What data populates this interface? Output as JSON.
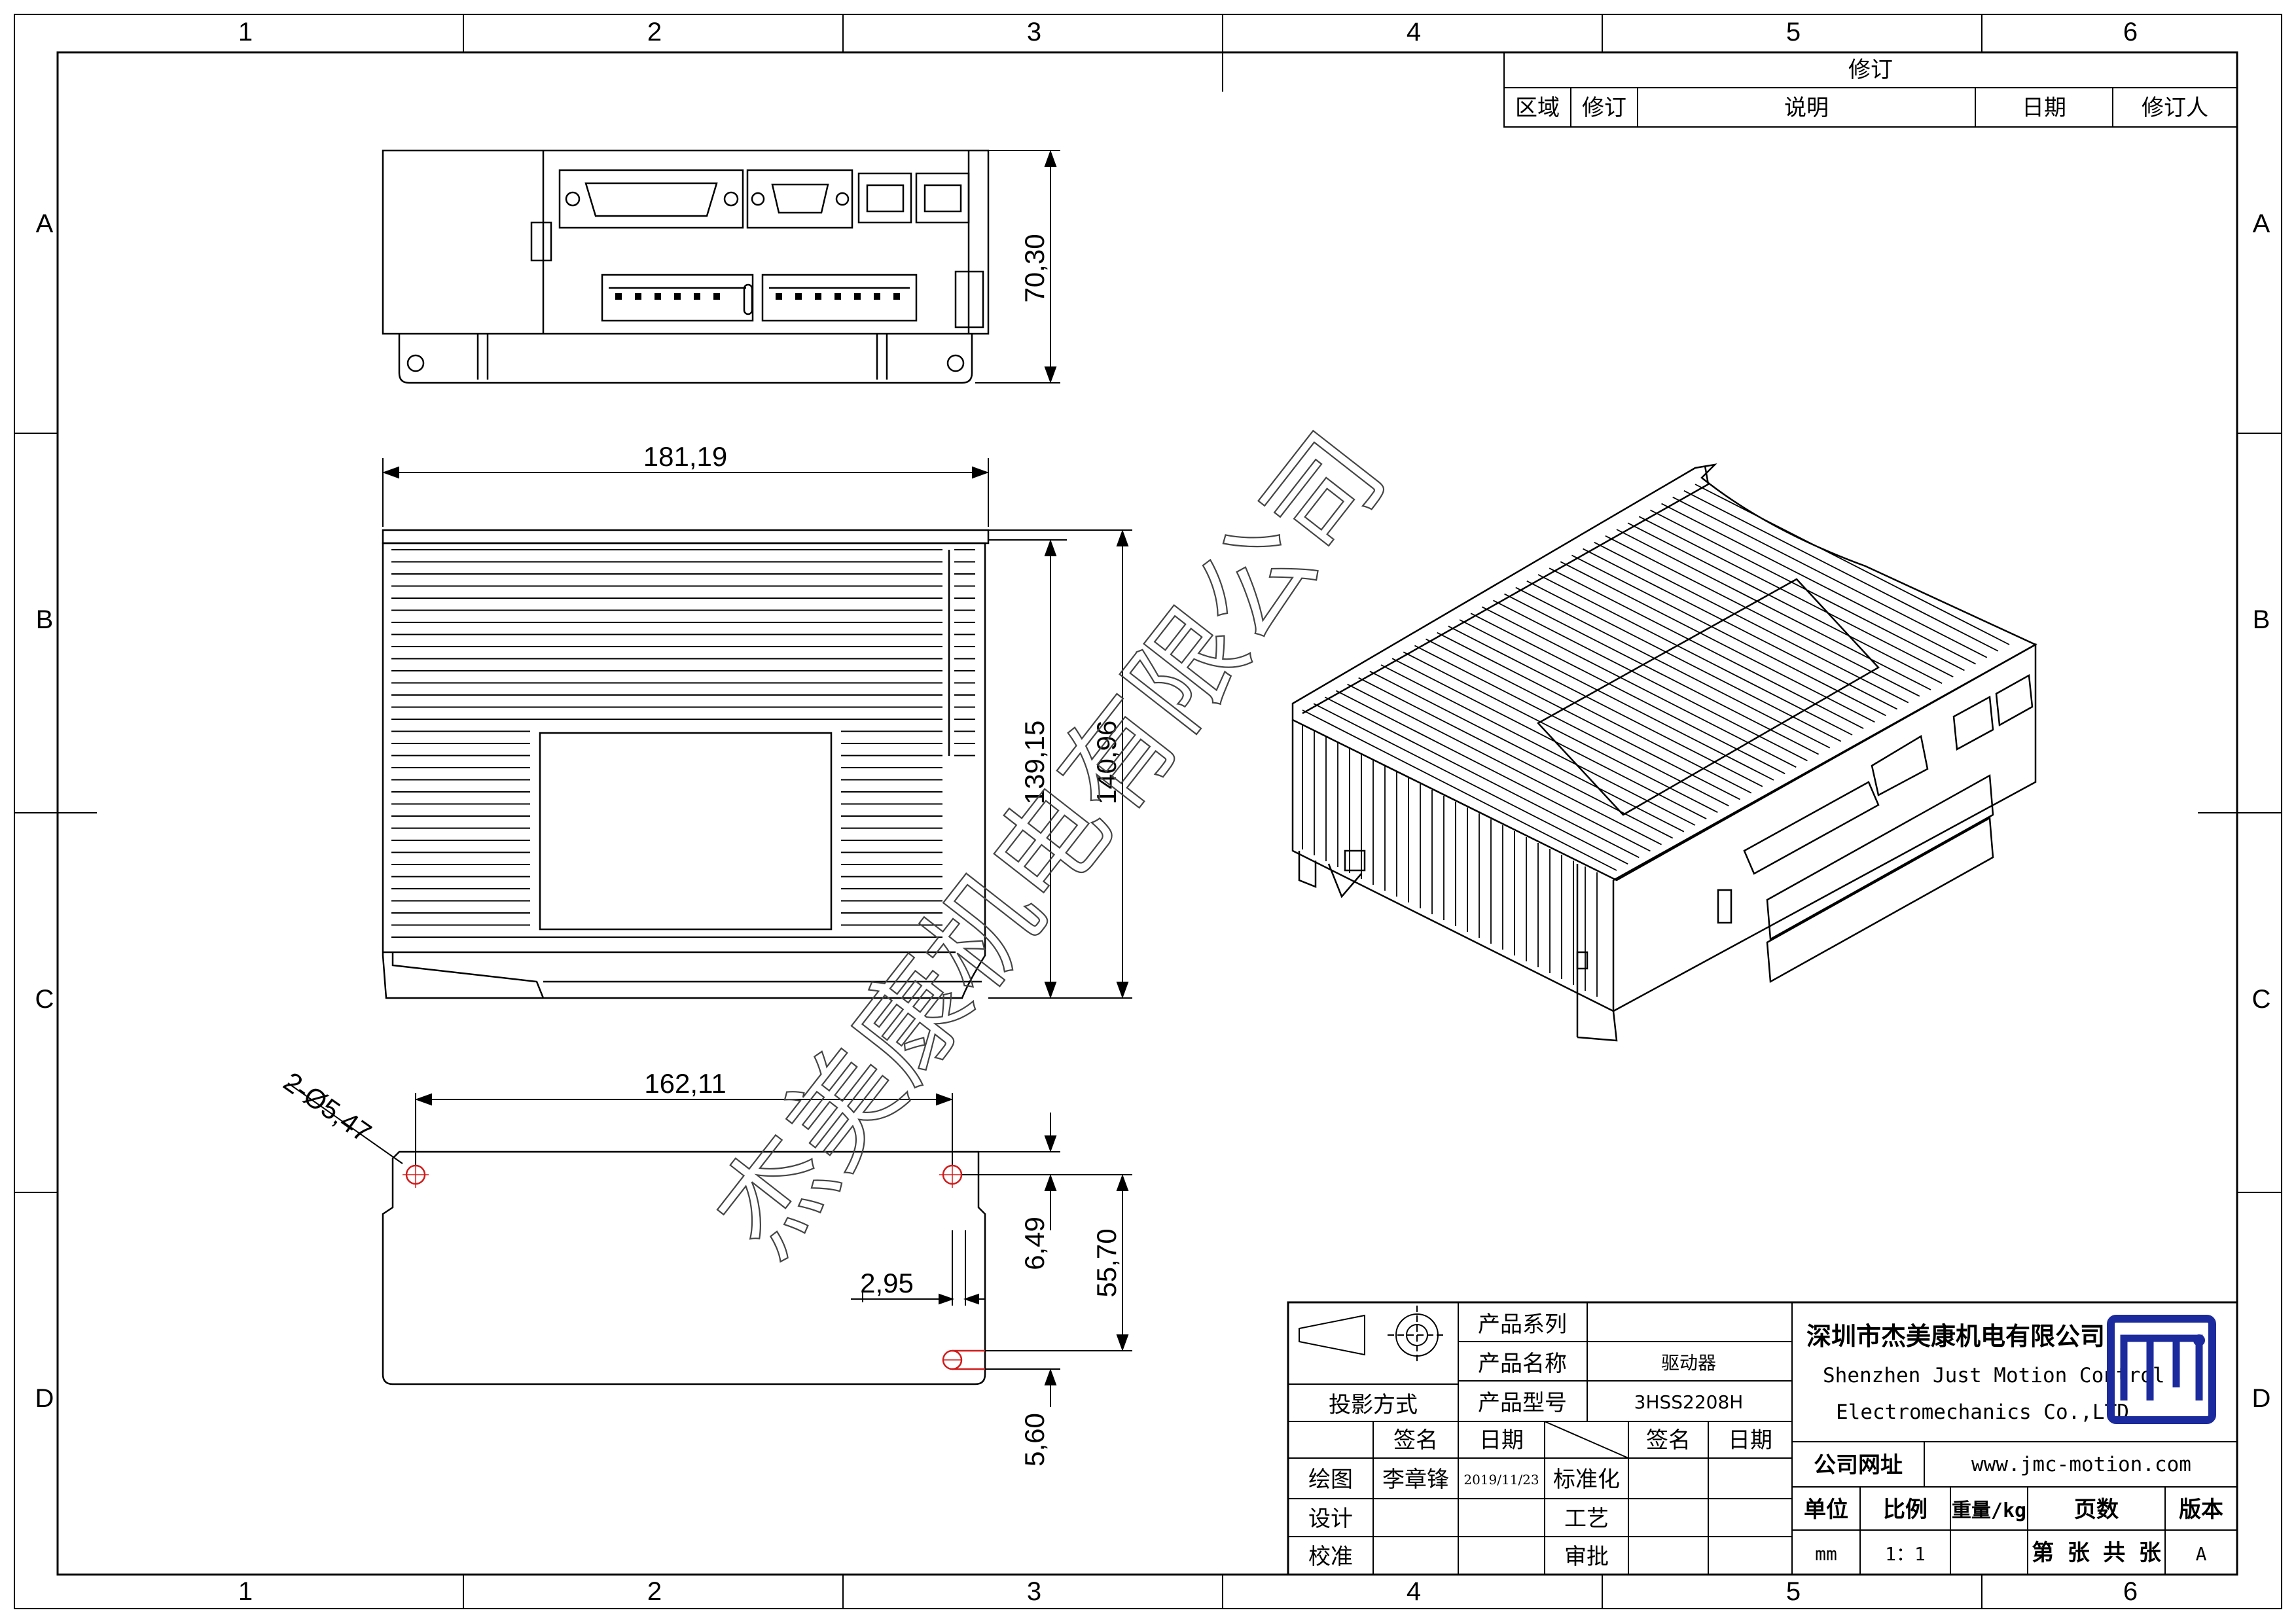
{
  "frame": {
    "col_labels": [
      "1",
      "2",
      "3",
      "4",
      "5",
      "6"
    ],
    "row_labels": [
      "A",
      "B",
      "C",
      "D"
    ]
  },
  "revision": {
    "title": "修订",
    "headers": [
      "区域",
      "修订",
      "说明",
      "日期",
      "修订人"
    ]
  },
  "dimensions": {
    "front_height": "70,30",
    "top_width": "181,19",
    "top_depth_inner": "139,15",
    "top_depth_outer": "140,96",
    "hole_spacing": "162,11",
    "hole_dia": "2-Ø5,47",
    "slot_width": "2,95",
    "hole_offset": "6,49",
    "hole_pitch": "55,70",
    "slot_offset": "5,60"
  },
  "watermark": "杰美康机电有限公司",
  "title_block": {
    "product_series_label": "产品系列",
    "product_series_value": "",
    "product_name_label": "产品名称",
    "product_name_value": "驱动器",
    "product_model_label": "产品型号",
    "product_model_value": "3HSS2208H",
    "projection_label": "投影方式",
    "sign_header": "签名",
    "date_header": "日期",
    "sign_header2": "签名",
    "date_header2": "日期",
    "drawn_label": "绘图",
    "drawn_by": "李章锋",
    "drawn_date": "2019/11/23",
    "standard_label": "标准化",
    "design_label": "设计",
    "process_label": "工艺",
    "check_label": "校准",
    "approve_label": "审批",
    "company_cn": "深圳市杰美康机电有限公司",
    "company_en1": "Shenzhen Just Motion Control",
    "company_en2": "Electromechanics Co.,LTD",
    "website_label": "公司网址",
    "website": "www.jmc-motion.com",
    "unit_label": "单位",
    "scale_label": "比例",
    "weight_label": "重量/kg",
    "pages_label": "页数",
    "version_label": "版本",
    "unit": "mm",
    "scale": "1：1",
    "weight": "",
    "pages": "第 张 共 张",
    "version": "A"
  },
  "colors": {
    "line": "#000000",
    "hole_mark": "#d11a1a",
    "logo_blue": "#1b2a9c"
  }
}
